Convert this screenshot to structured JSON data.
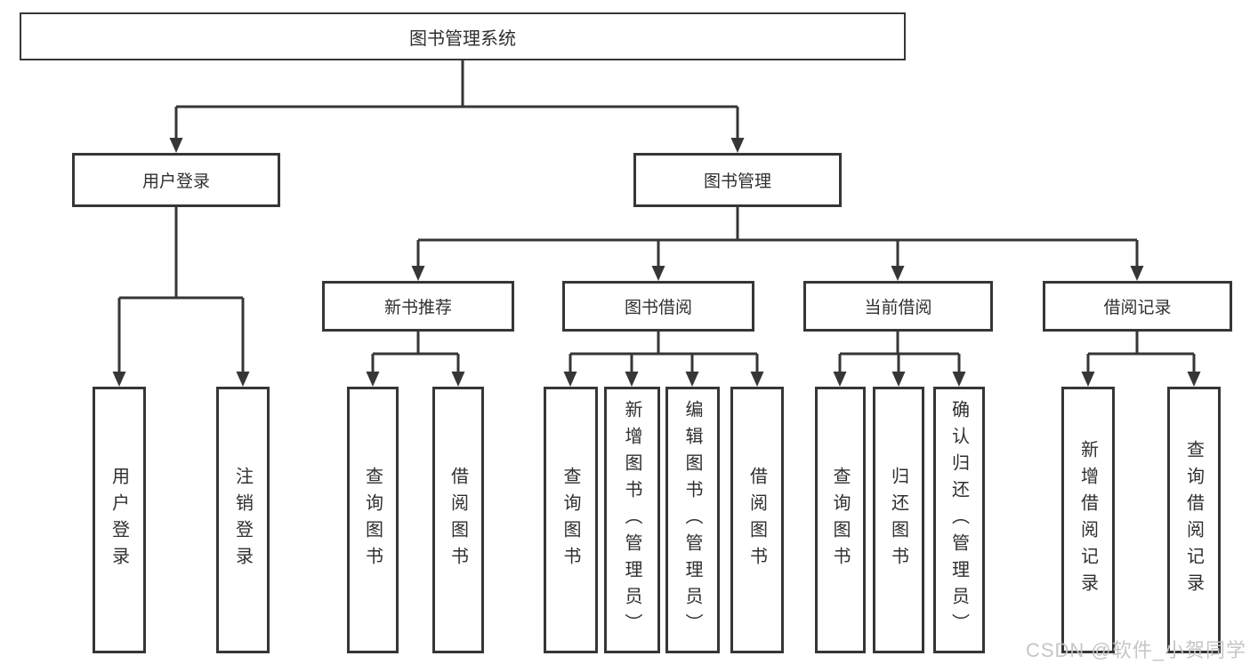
{
  "diagram_title": "图书管理系统",
  "tree": {
    "label": "图书管理系统",
    "children": [
      {
        "label": "用户登录",
        "children": [
          {
            "label": "用户登录"
          },
          {
            "label": "注销登录"
          }
        ]
      },
      {
        "label": "图书管理",
        "children": [
          {
            "label": "新书推荐",
            "children": [
              {
                "label": "查询图书"
              },
              {
                "label": "借阅图书"
              }
            ]
          },
          {
            "label": "图书借阅",
            "children": [
              {
                "label": "查询图书"
              },
              {
                "label": "新增图书（管理员）"
              },
              {
                "label": "编辑图书（管理员）"
              },
              {
                "label": "借阅图书"
              }
            ]
          },
          {
            "label": "当前借阅",
            "children": [
              {
                "label": "查询图书"
              },
              {
                "label": "归还图书"
              },
              {
                "label": "确认归还（管理员）"
              }
            ]
          },
          {
            "label": "借阅记录",
            "children": [
              {
                "label": "新增借阅记录"
              },
              {
                "label": "查询借阅记录"
              }
            ]
          }
        ]
      }
    ]
  },
  "watermark": {
    "text": "CSDN @软件_小贺同学"
  },
  "colors": {
    "line": "#363636",
    "text": "#2f2f2f",
    "background": "#ffffff",
    "watermark": "#c3c3c3"
  }
}
